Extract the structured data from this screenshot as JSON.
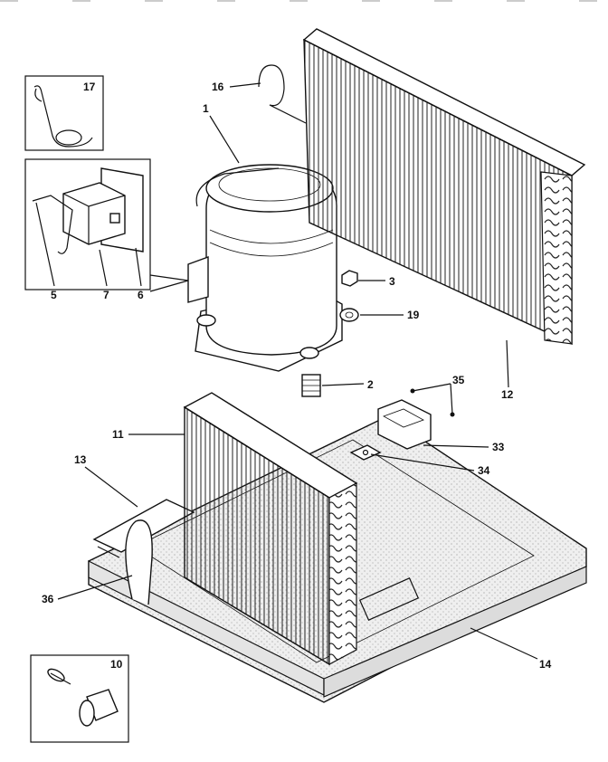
{
  "callouts": [
    {
      "id": "c1",
      "text": "1"
    },
    {
      "id": "c2",
      "text": "2"
    },
    {
      "id": "c3",
      "text": "3"
    },
    {
      "id": "c5",
      "text": "5"
    },
    {
      "id": "c6",
      "text": "6"
    },
    {
      "id": "c7",
      "text": "7"
    },
    {
      "id": "c10",
      "text": "10"
    },
    {
      "id": "c11",
      "text": "11"
    },
    {
      "id": "c12",
      "text": "12"
    },
    {
      "id": "c13",
      "text": "13"
    },
    {
      "id": "c14",
      "text": "14"
    },
    {
      "id": "c16",
      "text": "16"
    },
    {
      "id": "c17",
      "text": "17"
    },
    {
      "id": "c19",
      "text": "19"
    },
    {
      "id": "c33",
      "text": "33"
    },
    {
      "id": "c34",
      "text": "34"
    },
    {
      "id": "c35",
      "text": "35"
    },
    {
      "id": "c36",
      "text": "36"
    }
  ],
  "colors": {
    "line": "#111111",
    "base_fill": "#e4e4e4",
    "paper": "#ffffff"
  }
}
